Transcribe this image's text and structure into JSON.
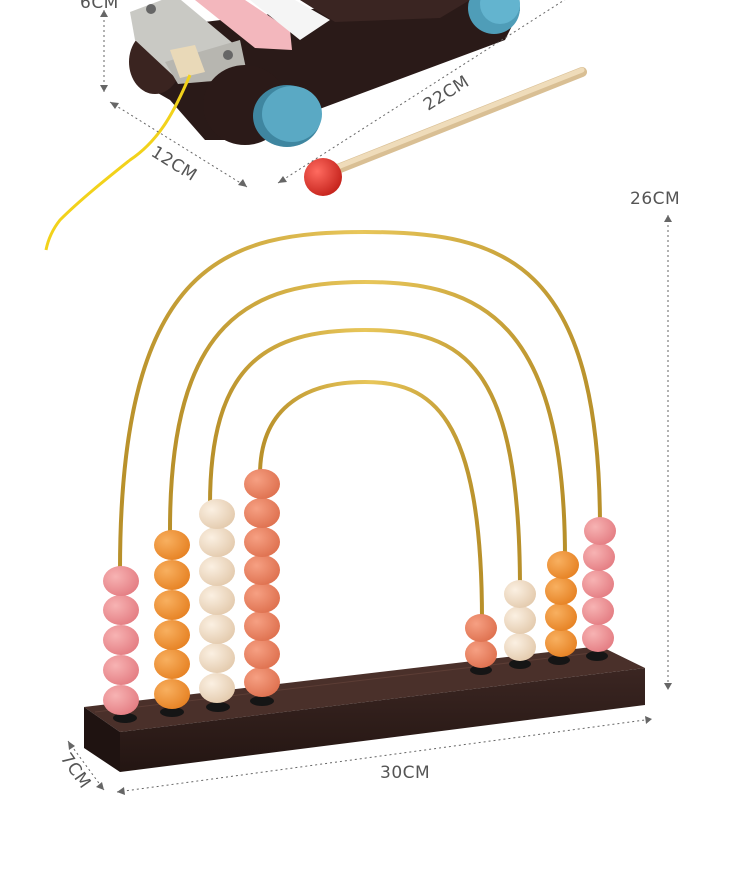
{
  "dimensions": {
    "xylophone_height": "6CM",
    "xylophone_length": "22CM",
    "xylophone_width": "12CM",
    "abacus_height": "26CM",
    "abacus_depth": "7CM",
    "abacus_length": "30CM"
  },
  "colors": {
    "wood_dark": "#2e1f1c",
    "wood_mid": "#4a2f28",
    "wheel_blue": "#4f9db8",
    "metal_gold": "#d4ad3b",
    "bead_pink": "#ef8a8e",
    "bead_orange": "#ef8e30",
    "bead_cream": "#f0dcc4",
    "bead_coral": "#ec7d5c",
    "string_yellow": "#f2d21b",
    "mallet_red": "#e0322b"
  }
}
